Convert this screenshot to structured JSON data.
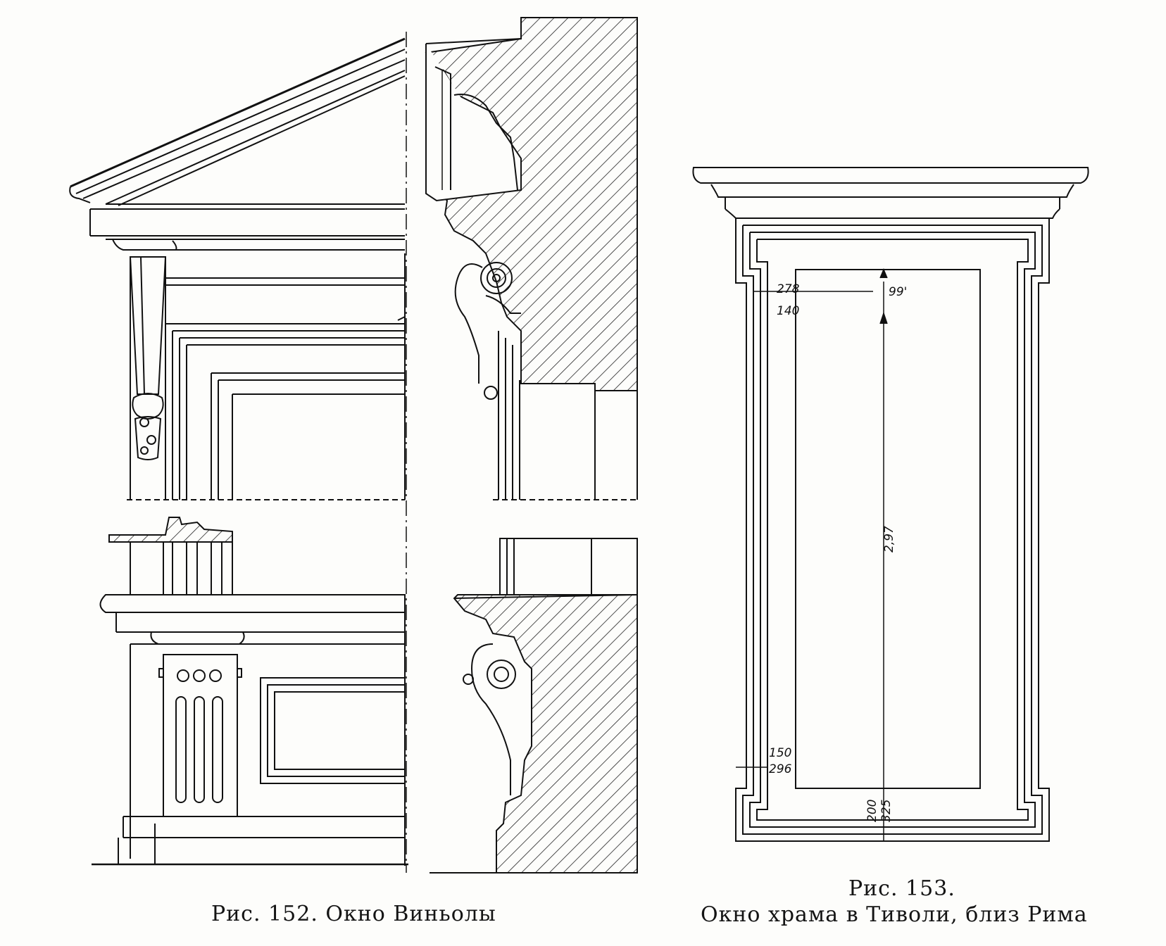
{
  "figures": [
    {
      "id": "fig152",
      "caption": "Рис. 152. Окно Виньолы"
    },
    {
      "id": "fig153",
      "caption_number": "Рис. 153.",
      "caption_title": "Окно храма в Тиволи, близ Рима",
      "dimensions": {
        "top_left_outer": "278",
        "top_left_inner": "140",
        "top_width": "99'",
        "height": "2,97",
        "bottom_left_inner": "150",
        "bottom_left_outer": "296",
        "bottom_inner": "200",
        "bottom_outer": "325"
      }
    }
  ],
  "colors": {
    "ink": "#111111",
    "paper": "#fdfdfb"
  }
}
